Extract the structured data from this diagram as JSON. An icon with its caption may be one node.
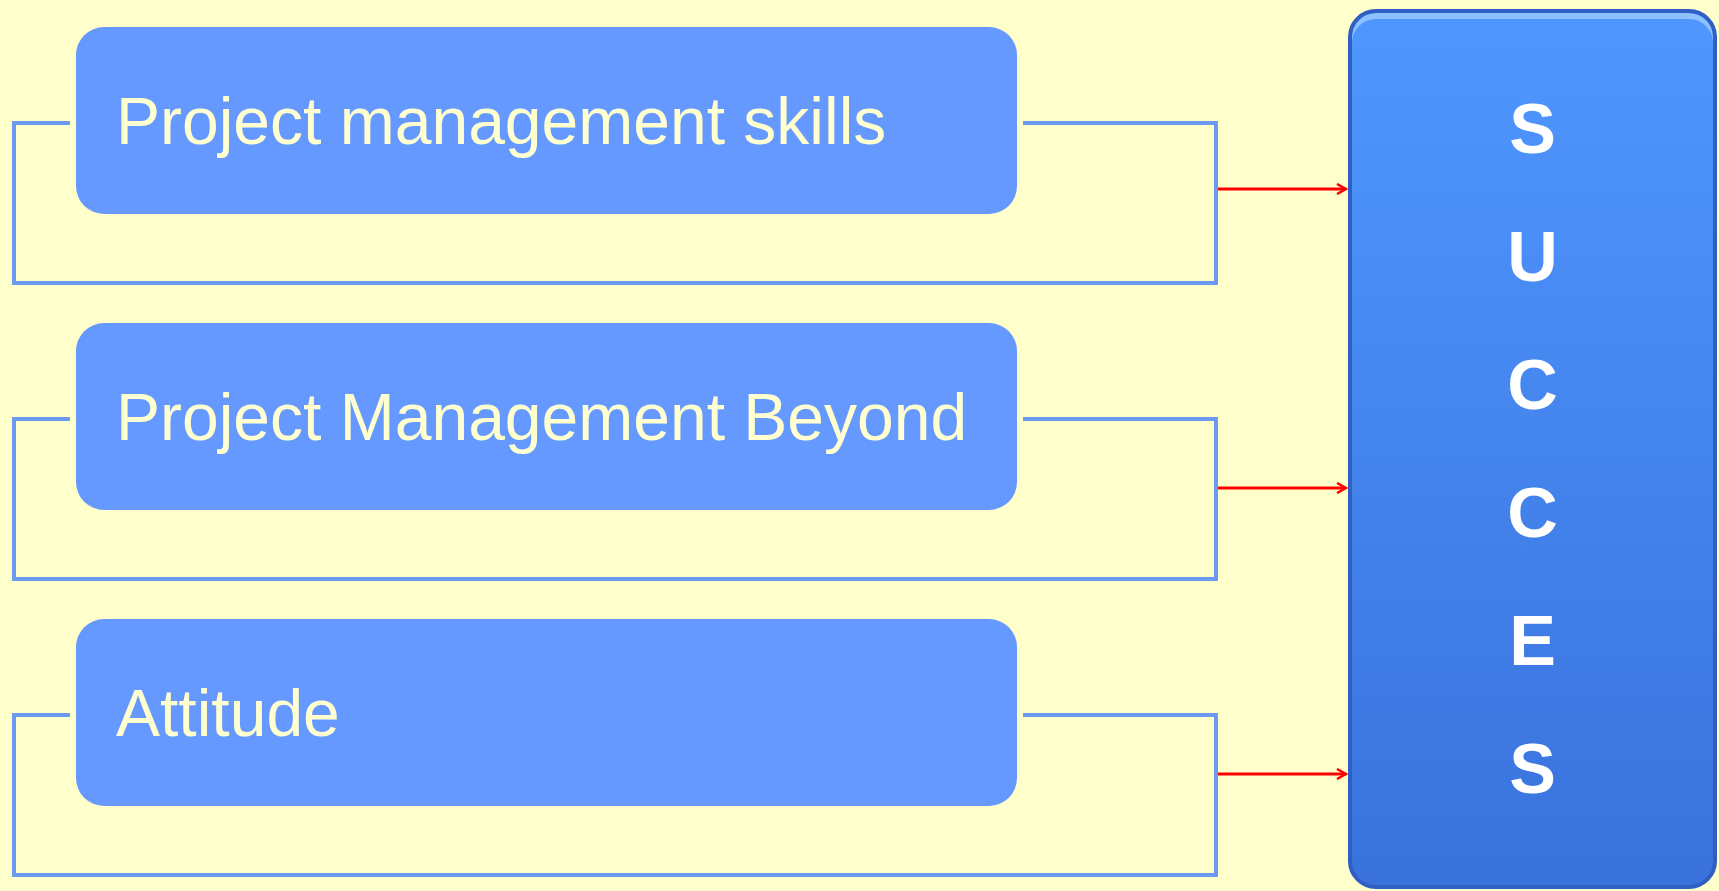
{
  "diagram": {
    "nodes": [
      {
        "text": [
          "Project management skills"
        ]
      },
      {
        "text": [
          "Project Management Beyond"
        ]
      },
      {
        "text": [
          "Attitude"
        ]
      },
      {
        "text": [
          "SUCCES"
        ]
      },
      {
        "text": [],
        "shape": "bracket"
      },
      {
        "text": [],
        "shape": "bracket"
      },
      {
        "text": [],
        "shape": "bracket"
      }
    ],
    "edges": [
      {
        "from": 4,
        "to": 3,
        "arrow": "to",
        "color": "#ff0000"
      },
      {
        "from": 5,
        "to": 3,
        "arrow": "to",
        "color": "#ff0000"
      },
      {
        "from": 6,
        "to": 3,
        "arrow": "to",
        "color": "#ff0000"
      }
    ]
  }
}
